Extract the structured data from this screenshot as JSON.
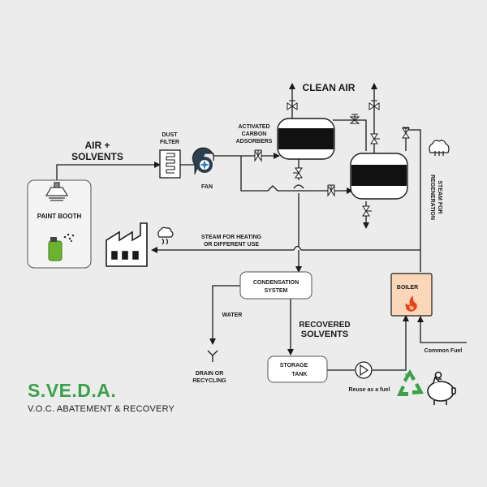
{
  "labels": {
    "air_solvents_1": "AIR +",
    "air_solvents_2": "SOLVENTS",
    "dust_filter_1": "DUST",
    "dust_filter_2": "FILTER",
    "fan": "FAN",
    "paint_booth": "PAINT BOOTH",
    "activated_1": "ACTIVATED",
    "activated_2": "CARBON",
    "activated_3": "ADSORBERS",
    "clean_air": "CLEAN AIR",
    "steam_regen_1": "STEAM FOR",
    "steam_regen_2": "REGENERATION",
    "steam_heating_1": "STEAM FOR HEATING",
    "steam_heating_2": "OR DIFFERENT USE",
    "condensation_1": "CONDENSATION",
    "condensation_2": "SYSTEM",
    "water": "WATER",
    "recovered_1": "RECOVERED",
    "recovered_2": "SOLVENTS",
    "boiler": "BOILER",
    "drain_1": "DRAIN OR",
    "drain_2": "RECYCLING",
    "storage_1": "STORAGE",
    "storage_2": "TANK",
    "reuse": "Reuse as a fuel",
    "common_fuel": "Common Fuel"
  },
  "brand": {
    "title": "S.VE.D.A.",
    "subtitle": "V.O.C. ABATEMENT & RECOVERY"
  },
  "colors": {
    "brand_green": "#3aa04a",
    "boiler_fill": "#f9d7b8",
    "flame": "#e8411c",
    "fan_blue": "#2f7fc1",
    "spray_green": "#6ab42e",
    "recycle_green": "#3aa04a"
  },
  "icons": [
    "hood-icon",
    "spray-can-icon",
    "dust-filter-icon",
    "fan-icon",
    "valve-icon",
    "factory-icon",
    "steam-icon",
    "flame-icon",
    "pump-icon",
    "drain-icon",
    "recycle-icon",
    "piggy-bank-icon"
  ]
}
